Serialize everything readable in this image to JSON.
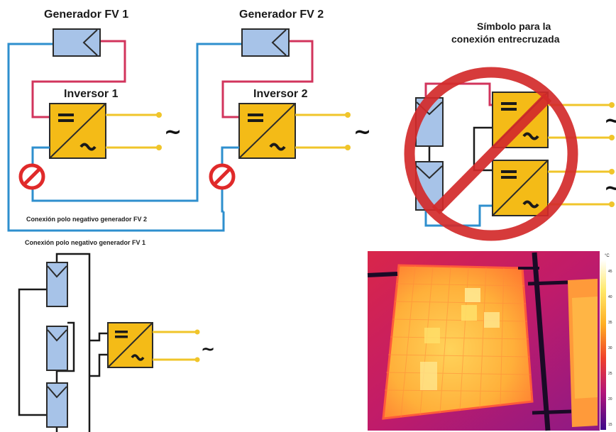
{
  "labels": {
    "generator1": "Generador FV 1",
    "generator2": "Generador FV 2",
    "inverter1": "Inversor 1",
    "inverter2": "Inversor 2",
    "cross_symbol_line1": "Símbolo para la",
    "cross_symbol_line2": "conexión entrecruzada",
    "neg_pole_gen2": "Conexión polo negativo generador FV 2",
    "neg_pole_gen1": "Conexión polo negativo generador FV 1",
    "ac_symbol": "~"
  },
  "thermal_scale": {
    "unit": "°C",
    "ticks": [
      "45",
      "40",
      "35",
      "30",
      "25",
      "20",
      "15"
    ]
  },
  "colors": {
    "pv_module": "#a7c3e8",
    "inverter": "#f4bb17",
    "positive_wire": "#d2345c",
    "negative_wire": "#2e8fce",
    "ac_wire": "#f0c52a",
    "prohibited": "#e02a2a"
  }
}
